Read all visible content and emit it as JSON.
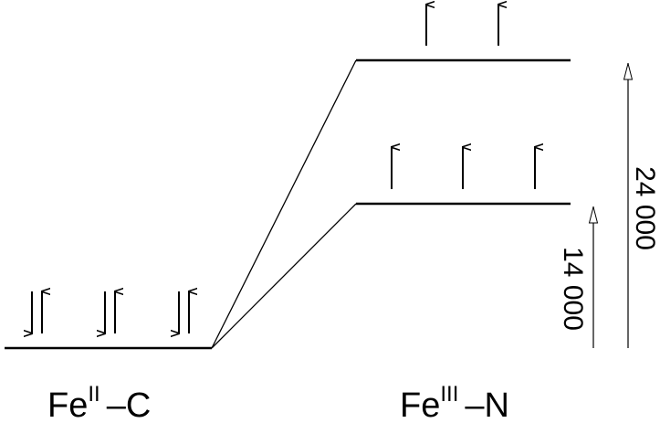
{
  "left_state": {
    "element": "Fe",
    "oxidation": "II",
    "suffix": "–C"
  },
  "right_state": {
    "element": "Fe",
    "oxidation": "III",
    "suffix": "–N"
  },
  "gaps": {
    "lower": "14 000",
    "upper": "24 000"
  },
  "colors": {
    "line": "#000000"
  }
}
